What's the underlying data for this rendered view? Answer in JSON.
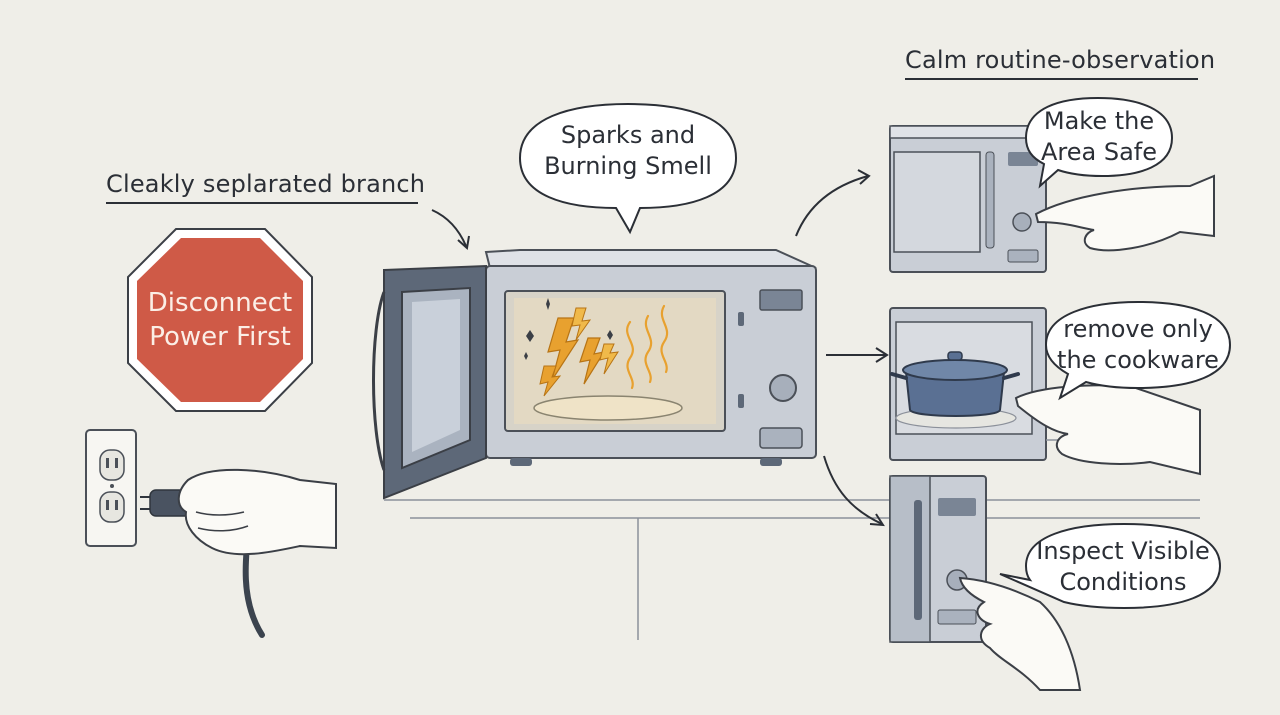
{
  "heading_left": "Cleakly seplarated branch",
  "heading_right": "Calm routine-observation",
  "center_bubble": {
    "line1": "Sparks and",
    "line2": "Burning Smell"
  },
  "stop_sign": {
    "line1": "Disconnect",
    "line2": "Power First"
  },
  "steps": [
    {
      "line1": "Make the",
      "line2": "Area Safe"
    },
    {
      "line1": "remove only",
      "line2": "the cookware"
    },
    {
      "line1": "Inspect Visible",
      "line2": "Conditions"
    }
  ],
  "colors": {
    "background": "#efeee8",
    "stop_red": "#cf5a47",
    "appliance_gray": "#c9ced6",
    "appliance_dark": "#5d6878",
    "spark_orange": "#e8a12f",
    "pot_blue": "#5a7093"
  }
}
